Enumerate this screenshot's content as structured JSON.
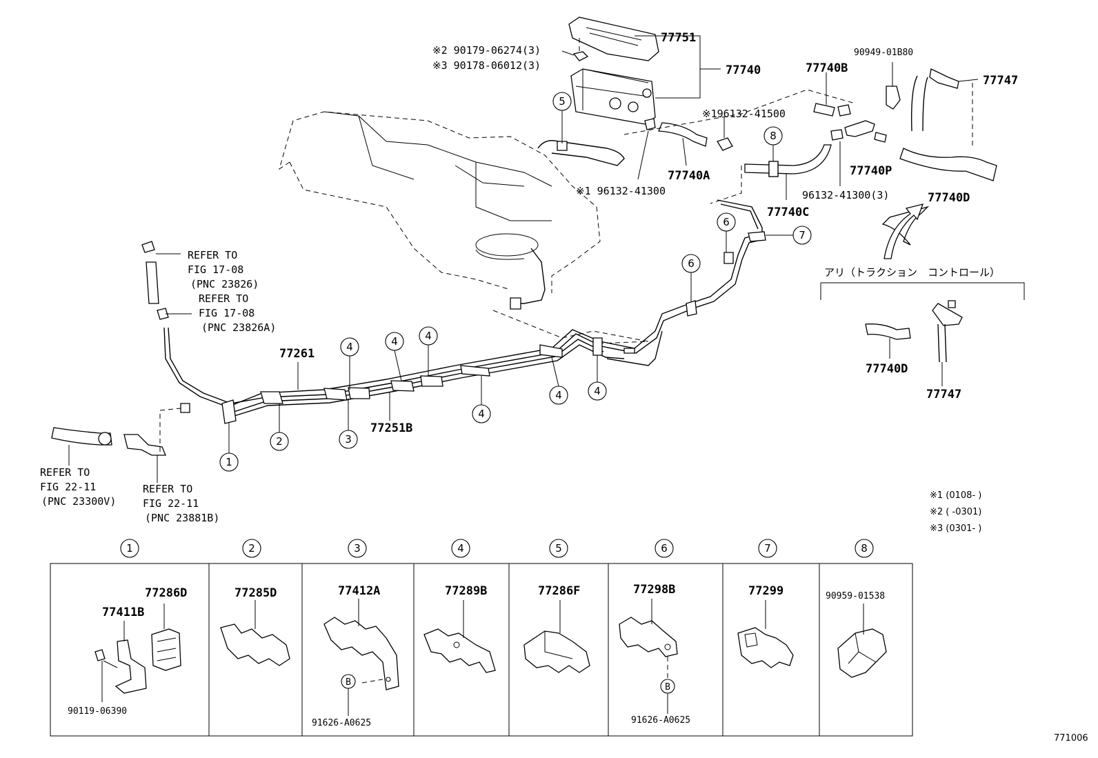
{
  "labels": {
    "p77751": "77751",
    "p77740": "77740",
    "p90179": "※2 90179-06274(3)",
    "p90178": "※3 90178-06012(3)",
    "p77740B": "77740B",
    "p90949": "90949-01B80",
    "p77747_top": "77747",
    "p96132_41500": "※196132-41500",
    "p77740A": "77740A",
    "p96132_41300_s": "※1 96132-41300",
    "p77740P": "77740P",
    "p96132_41300_3": "96132-41300(3)",
    "p77740D_top": "77740D",
    "p77740C": "77740C",
    "p77261": "77261",
    "p77251B": "77251B",
    "p77740D_opt": "77740D",
    "p77747_opt": "77747",
    "option_caption": "アリ（トラクション　コントロール）",
    "refer1": [
      "REFER TO",
      "FIG 17-08",
      "(PNC 23826)"
    ],
    "refer2": [
      "REFER TO",
      "FIG 17-08",
      "(PNC 23826A)"
    ],
    "refer3": [
      "REFER TO",
      "FIG 22-11",
      "(PNC 23300V)"
    ],
    "refer4": [
      "REFER TO",
      "FIG 22-11",
      "(PNC 23881B)"
    ],
    "notes": [
      "※1 (0108-     )",
      "※2 (     -0301)",
      "※3 (0301-     )"
    ],
    "figure_code": "771006"
  },
  "callouts": [
    "1",
    "2",
    "3",
    "4",
    "5",
    "6",
    "7",
    "8"
  ],
  "callout_b": "B",
  "panels": [
    {
      "key": "1",
      "parts": [
        "77286D",
        "77411B",
        "90119-06390"
      ]
    },
    {
      "key": "2",
      "parts": [
        "77285D"
      ]
    },
    {
      "key": "3",
      "parts": [
        "77412A",
        "91626-A0625"
      ]
    },
    {
      "key": "4",
      "parts": [
        "77289B"
      ]
    },
    {
      "key": "5",
      "parts": [
        "77286F"
      ]
    },
    {
      "key": "6",
      "parts": [
        "77298B",
        "91626-A0625"
      ]
    },
    {
      "key": "7",
      "parts": [
        "77299"
      ]
    },
    {
      "key": "8",
      "parts": [
        "90959-01538"
      ]
    }
  ]
}
